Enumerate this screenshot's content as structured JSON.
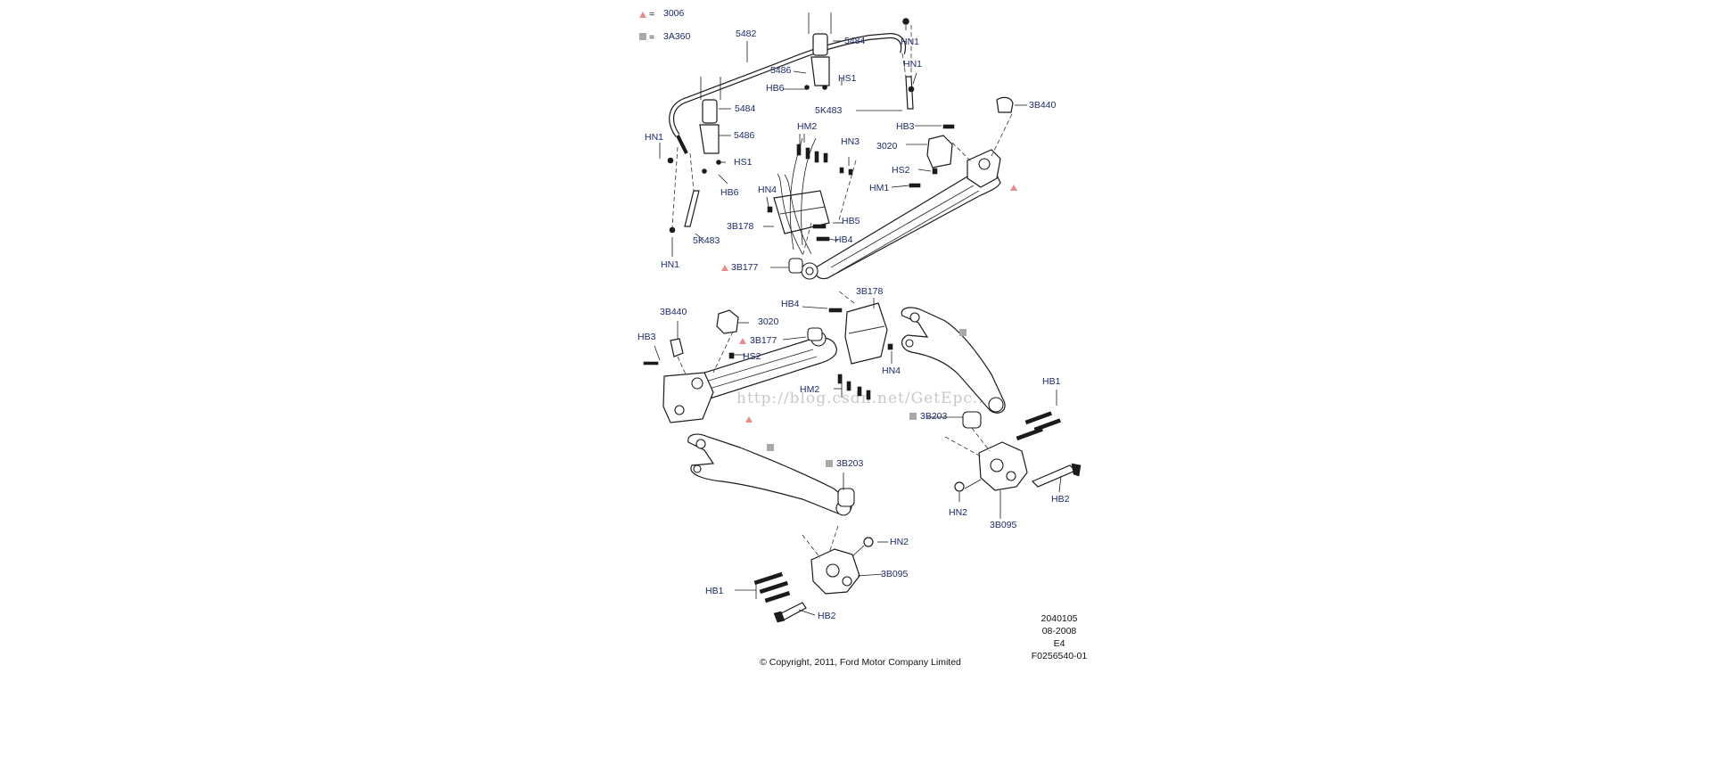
{
  "legend": {
    "items": [
      {
        "symbol": "triangle",
        "color": "#e88a8a",
        "equals": "=",
        "code": "3006"
      },
      {
        "symbol": "square",
        "color": "#a9a9a9",
        "equals": "=",
        "code": "3A360"
      }
    ]
  },
  "callouts": {
    "hn1_a": "HN1",
    "p5482": "5482",
    "p5484_a": "5484",
    "hn1_b": "HN1",
    "p5486_a": "5486",
    "hs1_a": "HS1",
    "hb6_a": "HB6",
    "p5k483_a": "5K483",
    "hn1_c": "HN1",
    "p5484_b": "5484",
    "p5486_b": "5486",
    "hs1_b": "HS1",
    "hb6_b": "HB6",
    "p5k483_b": "5K483",
    "hn1_d": "HN1",
    "p3b440_a": "3B440",
    "hb3_a": "HB3",
    "p3020_a": "3020",
    "hs2_a": "HS2",
    "hm1": "HM1",
    "hm2_a": "HM2",
    "hn3": "HN3",
    "hn4_a": "HN4",
    "p3b178_a": "3B178",
    "hb5": "HB5",
    "hb4_a": "HB4",
    "p3b177_a": "3B177",
    "hb4_b": "HB4",
    "p3b178_b": "3B178",
    "p3b440_b": "3B440",
    "p3020_b": "3020",
    "hb3_b": "HB3",
    "p3b177_b": "3B177",
    "hs2_b": "HS2",
    "hn4_b": "HN4",
    "hm2_b": "HM2",
    "p3b203_a": "3B203",
    "hb1_a": "HB1",
    "hn2_a": "HN2",
    "hb2_a": "HB2",
    "p3b095_a": "3B095",
    "p3b203_b": "3B203",
    "hn2_b": "HN2",
    "p3b095_b": "3B095",
    "hb1_b": "HB1",
    "hb2_b": "HB2"
  },
  "drawing_info": {
    "number": "2040105",
    "date": "08-2008",
    "code": "E4",
    "figure": "F0256540-01"
  },
  "copyright": "© Copyright, 2011, Ford Motor Company Limited",
  "watermark": "http://blog.csdn.net/GetEpc...",
  "colors": {
    "triangle_marker": "#e88a8a",
    "square_marker": "#a9a9a9",
    "callout_text": "#1a2a6a"
  }
}
